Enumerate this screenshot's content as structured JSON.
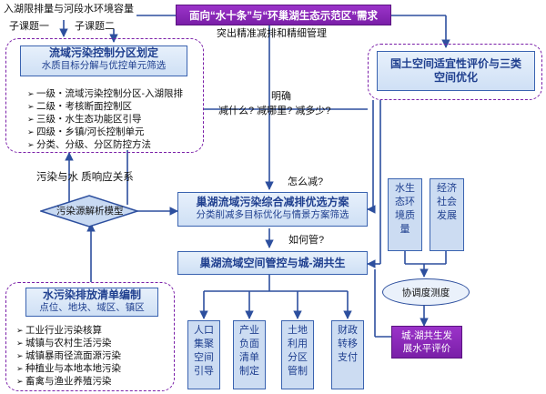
{
  "top": {
    "header": "面向“水十条”与“环巢湖生态示范区”需求",
    "left_label": "入湖限排量与河段水环境容量",
    "sub1": "子课题一",
    "sub2": "子课题二",
    "precision": "突出精准减排和精细管理"
  },
  "zone": {
    "title": "流域污染控制分区划定",
    "subtitle": "水质目标分解与优控单元筛选",
    "items": [
      "一级・流域污染控制分区-入湖限排",
      "二级・考核断面控制区",
      "三级・水生态功能区引导",
      "四级・乡镇/河长控制单元",
      "分类、分级、分区防控方法"
    ]
  },
  "land": {
    "title": "国土空间适宜性评价与三类空间优化"
  },
  "questions": {
    "mingque": "明确",
    "what": "减什么? 减哪里? 减多少?",
    "how": "怎么减?",
    "manage": "如何管?"
  },
  "relation_label": "污染与水 质响应关系",
  "model_label": "污染源解析模型",
  "plan": {
    "title": "巢湖流域污染综合减排优选方案",
    "subtitle": "分类削减多目标优化与情景方案筛选"
  },
  "control": {
    "title": "巢湖流域空间管控与城-湖共生"
  },
  "inventory": {
    "title": "水污染排放清单编制",
    "subtitle": "点位、地块、域区、镇区",
    "items": [
      "工业行业污染核算",
      "城镇与农村生活污染",
      "城镇暴雨径流面源污染",
      "种植业与本地本地污染",
      "畜禽与渔业养殖污染"
    ]
  },
  "measures": [
    "人口集聚空间引导",
    "产业负面清单制定",
    "土地利用分区管制",
    "财政转移支付"
  ],
  "factors": [
    "水生态环境质量",
    "经济社会发展"
  ],
  "coordination": "协调度测度",
  "evaluation": "城-湖共生发展水平评价"
}
